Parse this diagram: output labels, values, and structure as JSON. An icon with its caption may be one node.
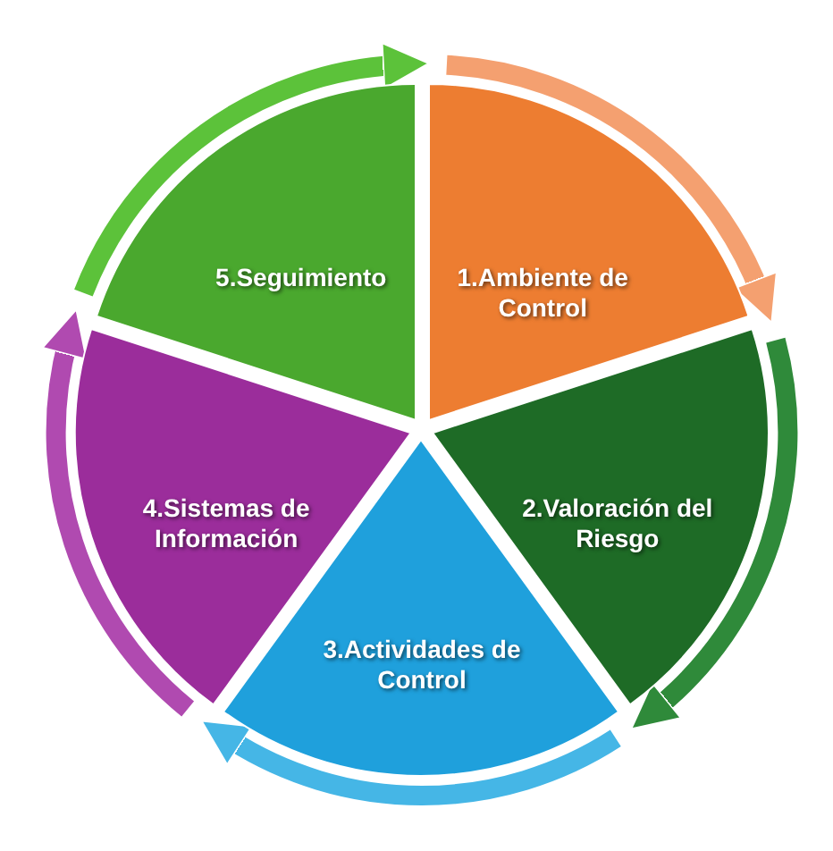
{
  "diagram": {
    "nodes": [
      {
        "text": [
          "1.Ambiente de Control"
        ]
      },
      {
        "text": [
          "2.Valoración del Riesgo"
        ]
      },
      {
        "text": [
          "3.Actividades de Control"
        ]
      },
      {
        "text": [
          "4.Sistemas de Información"
        ]
      },
      {
        "text": [
          "5.Seguimiento"
        ]
      }
    ],
    "edges": [
      {
        "from": 0,
        "to": 1,
        "arrow": "to",
        "color": "#f4a070"
      },
      {
        "from": 1,
        "to": 2,
        "arrow": "to",
        "color": "#2f8a3a"
      },
      {
        "from": 2,
        "to": 3,
        "arrow": "to",
        "color": "#45b6e6"
      },
      {
        "from": 3,
        "to": 4,
        "arrow": "to",
        "color": "#b04ab0"
      },
      {
        "from": 4,
        "to": 0,
        "arrow": "to",
        "color": "#5cc23a"
      }
    ]
  }
}
